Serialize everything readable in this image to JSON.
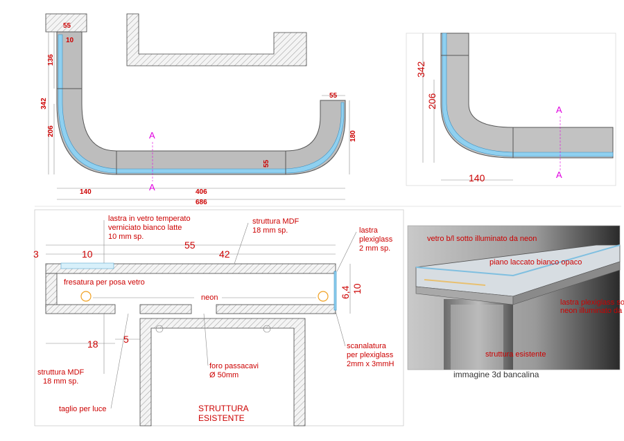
{
  "plan_top": {
    "dims": {
      "top_width": "55",
      "inner_offset": "10",
      "upper_height": "136",
      "total_height": "342",
      "lower_height": "206",
      "right_width": "55",
      "right_height": "180",
      "section_depth": "55",
      "left_span": "140",
      "middle_span": "406",
      "total_span": "686"
    },
    "section_mark": "A"
  },
  "plan_detail": {
    "dims": {
      "total_height": "342",
      "lower_height": "206",
      "left_span": "140"
    },
    "section_mark": "A"
  },
  "section": {
    "dims": {
      "edge": "3",
      "glass": "10",
      "total": "55",
      "mdf": "42",
      "height": "10",
      "plexi_height": "6,4",
      "offset": "18",
      "gap": "5"
    },
    "labels": {
      "glass_sheet": [
        "lastra in vetro temperato",
        "verniciato bianco latte",
        "10 mm sp."
      ],
      "mdf_top": [
        "struttura MDF",
        "18 mm sp."
      ],
      "plexi": [
        "lastra",
        "plexiglass",
        "2 mm sp."
      ],
      "milling": "fresatura per posa vetro",
      "neon": "neon",
      "mdf_bottom": [
        "struttura MDF",
        "18 mm sp."
      ],
      "groove": [
        "scanalatura",
        "per plexiglass",
        "2mm x 3mmH"
      ],
      "cable_hole": [
        "foro passacavi",
        "Ø 50mm"
      ],
      "light_cut": "taglio per luce",
      "existing": [
        "STRUTTURA",
        "ESISTENTE"
      ]
    }
  },
  "render3d": {
    "labels": {
      "glass": "vetro b/l sotto illuminato da neon",
      "top": "piano laccato bianco opaco",
      "plexi": [
        "lastra plexiglass sotti",
        "neon illuminato da ne"
      ],
      "structure": "struttura esistente"
    },
    "caption": "immagine 3d bancalina"
  }
}
